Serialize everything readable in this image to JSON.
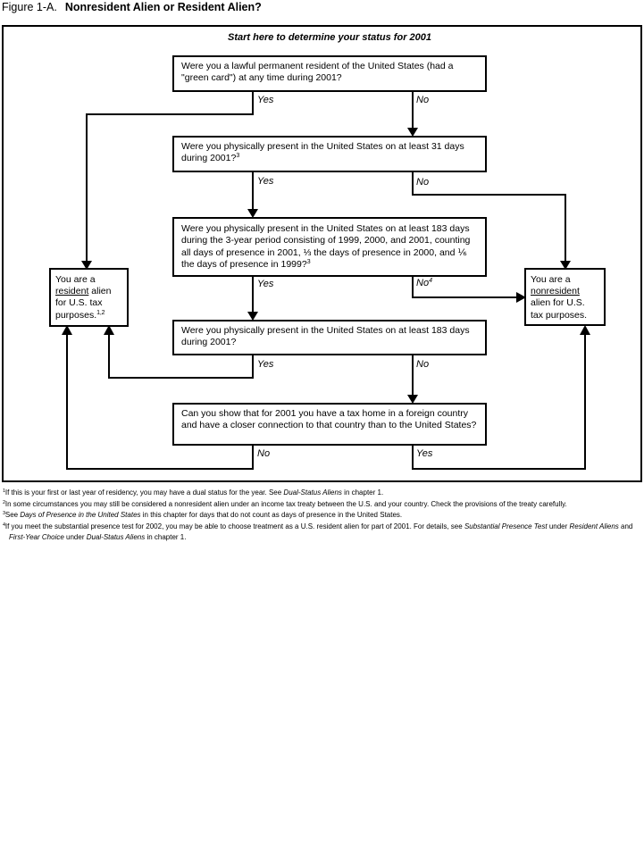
{
  "title": {
    "figure_label": "Figure 1-A.",
    "figure_title": "Nonresident Alien or Resident Alien?"
  },
  "chart": {
    "start_text": "Start here to determine your status for 2001",
    "questions": {
      "q1": [
        {
          "t": "Were you a lawful permanent resident of the United States (had a \"green card\") at any time during 2001?"
        }
      ],
      "q2": [
        {
          "t": "Were you physically present in the United States on at least 31 days during 2001?"
        },
        {
          "sup": "3"
        }
      ],
      "q3": [
        {
          "t": "Were you physically present in the United States on at least 183 days during the 3-year period consisting of 1999, 2000, and 2001, counting all days of presence in 2001, ⅓ the days of presence in 2000, and ⅙ the days of presence in 1999?"
        },
        {
          "sup": "3"
        }
      ],
      "q4": [
        {
          "t": "Were you physically present in the United States on at least 183 days during 2001?"
        }
      ],
      "q5": [
        {
          "t": "Can you show that for 2001 you have a tax home in a foreign country and have a closer connection to that country than to the United States?"
        }
      ]
    },
    "results": {
      "resident": [
        {
          "t": "You are a "
        },
        {
          "t": "resident",
          "u": true
        },
        {
          "t": " alien for U.S. tax purposes."
        },
        {
          "sup": "1,2"
        }
      ],
      "nonresident": [
        {
          "t": "You are a "
        },
        {
          "t": "nonresident",
          "u": true
        },
        {
          "t": " alien for U.S. tax purposes."
        }
      ]
    },
    "labels": {
      "q1_yes": [
        {
          "t": "Yes"
        }
      ],
      "q1_no": [
        {
          "t": "No"
        }
      ],
      "q2_yes": [
        {
          "t": "Yes"
        }
      ],
      "q2_no": [
        {
          "t": "No"
        }
      ],
      "q3_yes": [
        {
          "t": "Yes"
        }
      ],
      "q3_no": [
        {
          "t": "No"
        },
        {
          "sup": "4"
        }
      ],
      "q4_yes": [
        {
          "t": "Yes"
        }
      ],
      "q4_no": [
        {
          "t": "No"
        }
      ],
      "q5_no": [
        {
          "t": "No"
        }
      ],
      "q5_yes": [
        {
          "t": "Yes"
        }
      ]
    },
    "line_color": "#000000",
    "background_color": "#ffffff"
  },
  "footnotes": [
    {
      "num": "1",
      "segments": [
        {
          "t": "If this is your first or last year of residency, you may have a dual status for the year. See "
        },
        {
          "t": "Dual-Status Aliens",
          "i": true
        },
        {
          "t": " in chapter 1."
        }
      ]
    },
    {
      "num": "2",
      "segments": [
        {
          "t": "In some circumstances you may still be considered a nonresident alien under an income tax treaty between the U.S. and your country. Check the provisions of the treaty carefully."
        }
      ]
    },
    {
      "num": "3",
      "segments": [
        {
          "t": "See "
        },
        {
          "t": "Days of Presence in the United States",
          "i": true
        },
        {
          "t": " in this chapter for days that do not count as days of presence in the United States."
        }
      ]
    },
    {
      "num": "4",
      "segments": [
        {
          "t": "If you meet the substantial presence test for 2002, you may be able to choose treatment as a U.S. resident alien for part of 2001. For details, see "
        },
        {
          "t": "Substantial Presence Test",
          "i": true
        },
        {
          "t": " under "
        },
        {
          "t": "Resident Aliens",
          "i": true
        },
        {
          "t": " and "
        },
        {
          "t": "First-Year Choice",
          "i": true
        },
        {
          "t": " under "
        },
        {
          "t": "Dual-Status Aliens",
          "i": true
        },
        {
          "t": " in chapter 1."
        }
      ]
    }
  ]
}
